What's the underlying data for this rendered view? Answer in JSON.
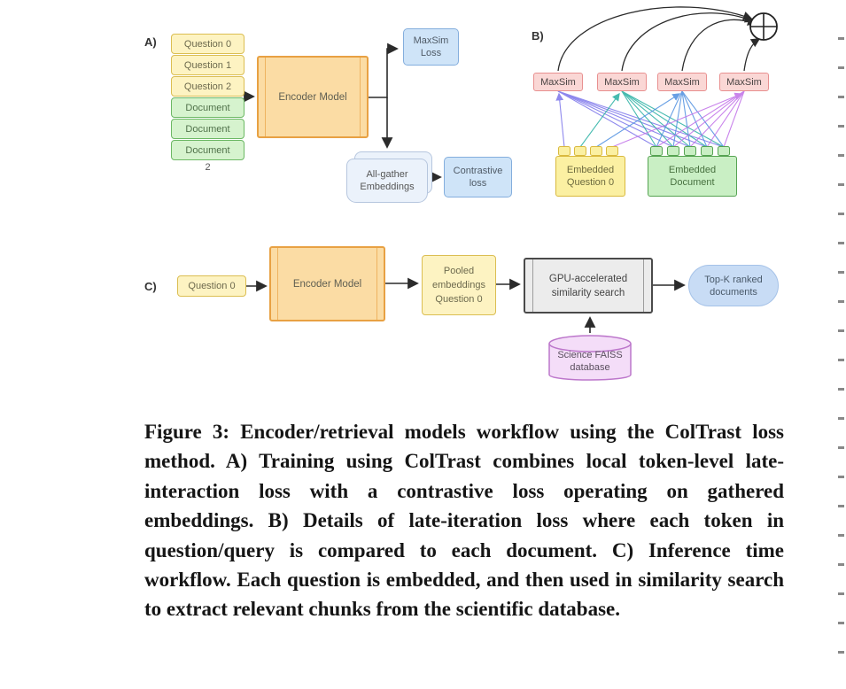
{
  "colors": {
    "question_yellow_fill": "#FDF3C2",
    "question_yellow_border": "#DBBE52",
    "document_green_fill": "#D6F3CE",
    "document_green_border": "#6CB864",
    "encoder_orange_fill": "#FBDCA4",
    "encoder_orange_border": "#E8A143",
    "loss_blue_fill": "#CFE4F8",
    "loss_blue_border": "#84AEDD",
    "maxsim_pink_fill": "#FAD7D5",
    "maxsim_pink_border": "#E89090",
    "gpu_gray_fill": "#ECECEC",
    "gpu_gray_border": "#4A4A4A",
    "faiss_purple_fill": "#F4DDF8",
    "faiss_purple_border": "#BC76CB",
    "topk_blue_fill": "#C8DCF5",
    "token_line_colors": [
      "#7B74EA",
      "#28B0A3",
      "#4E8FE0",
      "#C06FE8"
    ]
  },
  "panel_a": {
    "label": "A)",
    "stack": [
      {
        "label": "Question 0",
        "type": "question"
      },
      {
        "label": "Question 1",
        "type": "question"
      },
      {
        "label": "Question 2",
        "type": "question"
      },
      {
        "label": "Document",
        "type": "document"
      },
      {
        "label": "Document",
        "type": "document"
      },
      {
        "label": "Document",
        "type": "document"
      }
    ],
    "stack_subscript": "2",
    "encoder_label": "Encoder Model",
    "maxsim_loss": [
      "MaxSim",
      "Loss"
    ],
    "all_gather": [
      "All-gather",
      "Embeddings"
    ],
    "contrastive_loss": [
      "Contrastive",
      "loss"
    ]
  },
  "panel_b": {
    "label": "B)",
    "maxsim_boxes": [
      "MaxSim",
      "MaxSim",
      "MaxSim",
      "MaxSim"
    ],
    "embedded_question": [
      "Embedded",
      "Question 0"
    ],
    "embedded_document": [
      "Embedded",
      "Document"
    ]
  },
  "panel_c": {
    "label": "C)",
    "question_label": "Question 0",
    "encoder_label": "Encoder Model",
    "pooled": [
      "Pooled",
      "embeddings",
      "Question 0"
    ],
    "gpu": [
      "GPU-accelerated",
      "similarity search"
    ],
    "topk": [
      "Top-K ranked",
      "documents"
    ],
    "faiss": [
      "Science FAISS",
      "database"
    ]
  },
  "caption": {
    "text": "Figure 3: Encoder/retrieval models workflow using the ColTrast loss method. A) Training using ColTrast combines local token-level late-interaction loss with a contrastive loss operating on gathered embeddings. B) Details of late-iteration loss where each token in question/query is compared to each document. C) Inference time workflow. Each question is embedded, and then used in similarity search to extract relevant chunks from the scientific database."
  }
}
